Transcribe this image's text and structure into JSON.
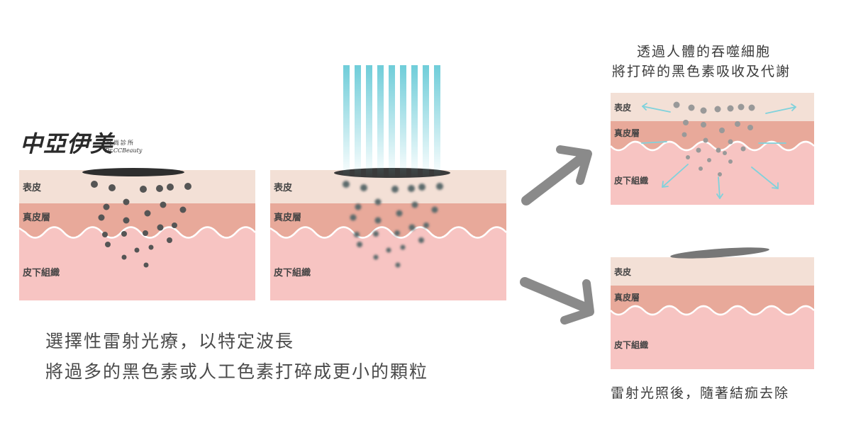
{
  "logo": {
    "name": "中亞伊美",
    "subtitle": "時尚診所",
    "brand": "Dr.CCBeauty"
  },
  "layers": {
    "epidermis": "表皮",
    "dermis": "真皮層",
    "subcutaneous": "皮下組織"
  },
  "caption_main": {
    "line1": "選擇性雷射光療，以特定波長",
    "line2": "將過多的黑色素或人工色素打碎成更小的顆粒"
  },
  "caption_top_right": {
    "line1": "透過人體的吞噬細胞",
    "line2": "將打碎的黑色素吸收及代謝"
  },
  "caption_bottom_right": "雷射光照後，隨著結痂去除",
  "colors": {
    "epidermis": "#f3e0d6",
    "dermis": "#e8a99a",
    "subcutaneous": "#f7c4c2",
    "pigment": "#555555",
    "laser": "#7fd2dc",
    "arrow": "#8a8a8a"
  }
}
